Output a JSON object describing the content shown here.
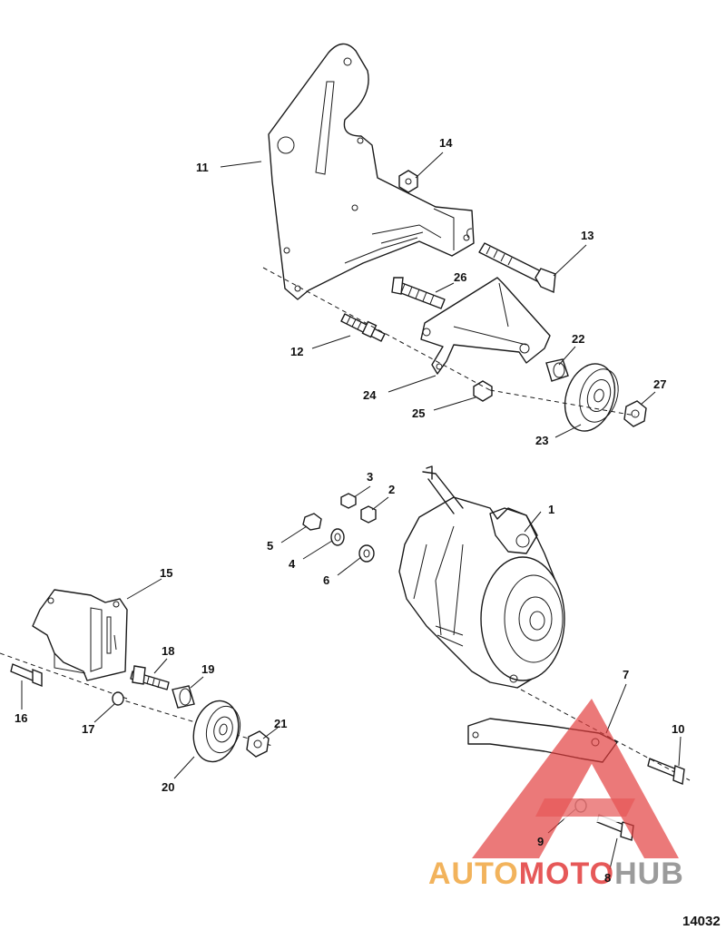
{
  "labels": {
    "p1": "1",
    "p2": "2",
    "p3": "3",
    "p4": "4",
    "p5": "5",
    "p6": "6",
    "p7": "7",
    "p8": "8",
    "p9": "9",
    "p10": "10",
    "p11": "11",
    "p12": "12",
    "p13": "13",
    "p14": "14",
    "p15": "15",
    "p16": "16",
    "p17": "17",
    "p18": "18",
    "p19": "19",
    "p20": "20",
    "p21": "21",
    "p22": "22",
    "p23": "23",
    "p24": "24",
    "p25": "25",
    "p26": "26",
    "p27": "27"
  },
  "watermark": {
    "part1": "AUTO",
    "part2": "MOTO",
    "part3": "HUB",
    "accent": "#f0a640",
    "red": "#e23b3b",
    "gray": "#8a8a8a"
  },
  "figure_code": "14032"
}
